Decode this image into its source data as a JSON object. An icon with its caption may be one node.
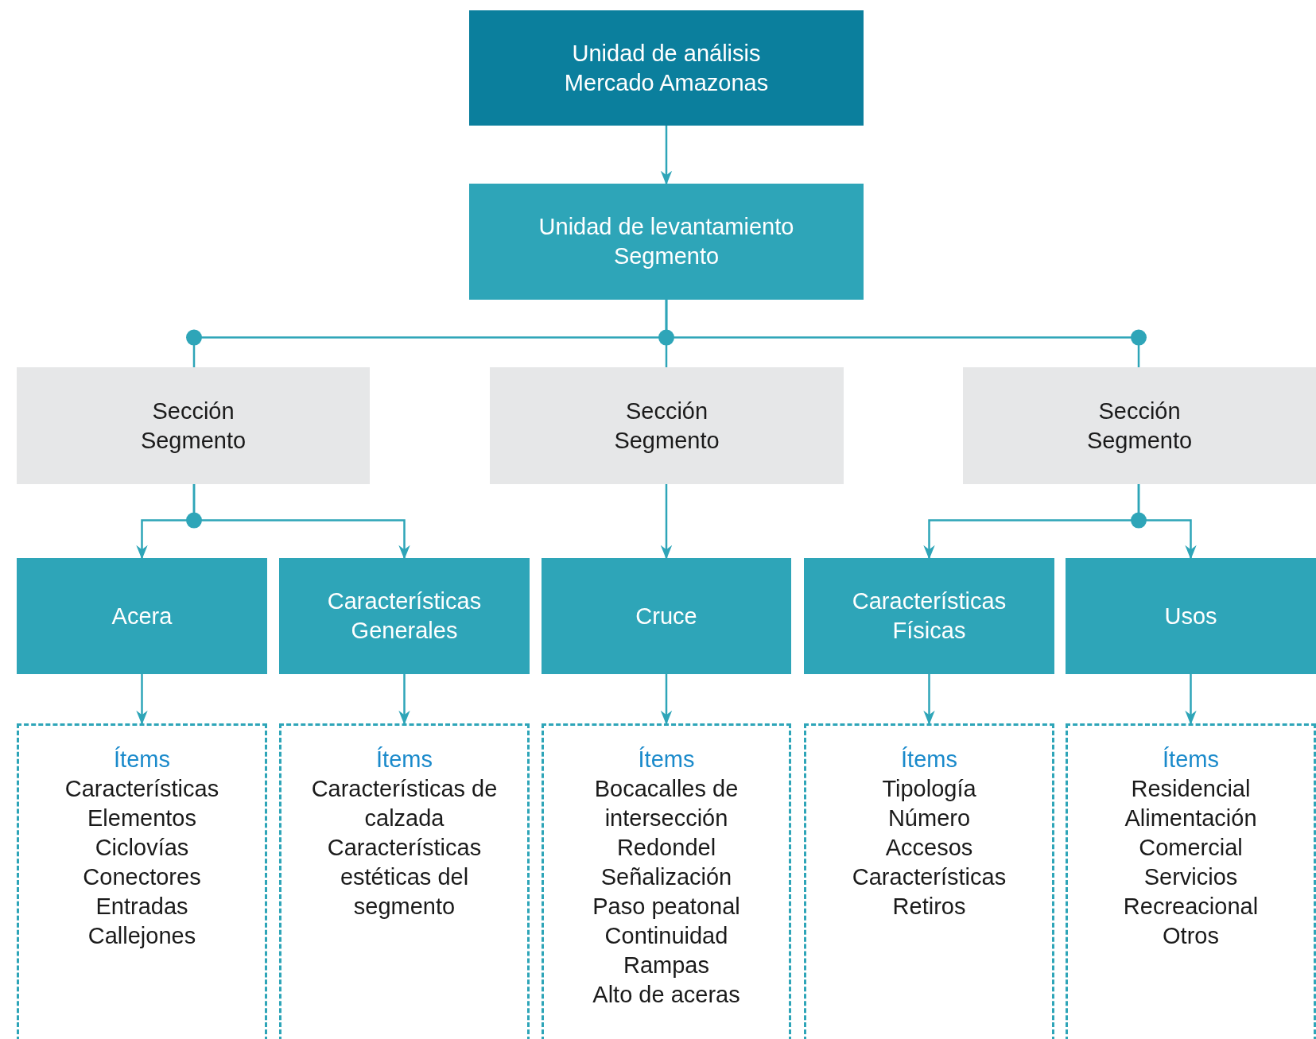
{
  "diagram": {
    "nodes": [
      {
        "text": [
          "Unidad de análisis",
          "Mercado Amazonas"
        ]
      },
      {
        "text": [
          "Unidad de levantamiento",
          "Segmento"
        ]
      },
      {
        "text": [
          "Sección",
          "Segmento"
        ]
      },
      {
        "text": [
          "Sección",
          "Segmento"
        ]
      },
      {
        "text": [
          "Sección",
          "Segmento"
        ]
      },
      {
        "text": [
          "Acera"
        ]
      },
      {
        "text": [
          "Características Generales"
        ]
      },
      {
        "text": [
          "Cruce"
        ]
      },
      {
        "text": [
          "Características Físicas"
        ]
      },
      {
        "text": [
          "Usos"
        ]
      },
      {
        "text": [
          "Ítems",
          "Características",
          "Elementos",
          "Ciclovías",
          "Conectores",
          "Entradas",
          "Callejones"
        ]
      },
      {
        "text": [
          "Ítems",
          "Características de calzada",
          "Características estéticas del segmento"
        ]
      },
      {
        "text": [
          "Ítems",
          "Bocacalles de intersección",
          "Redondel",
          "Señalización",
          "Paso peatonal",
          "Continuidad",
          "Rampas",
          "Alto de aceras"
        ]
      },
      {
        "text": [
          "Ítems",
          "Tipología",
          "Número",
          "Accesos",
          "Características",
          "Retiros"
        ]
      },
      {
        "text": [
          "Ítems",
          "Residencial",
          "Alimentación",
          "Comercial",
          "Servicios",
          "Recreacional",
          "Otros"
        ]
      }
    ],
    "edges": [
      {
        "from": 0,
        "to": 1,
        "arrow": "to"
      },
      {
        "from": 1,
        "to": 2,
        "arrow": "none"
      },
      {
        "from": 1,
        "to": 3,
        "arrow": "none"
      },
      {
        "from": 1,
        "to": 4,
        "arrow": "none"
      },
      {
        "from": 2,
        "to": 5,
        "arrow": "to"
      },
      {
        "from": 2,
        "to": 6,
        "arrow": "to"
      },
      {
        "from": 3,
        "to": 7,
        "arrow": "to"
      },
      {
        "from": 4,
        "to": 8,
        "arrow": "to"
      },
      {
        "from": 4,
        "to": 9,
        "arrow": "to"
      },
      {
        "from": 5,
        "to": 10,
        "arrow": "to"
      },
      {
        "from": 6,
        "to": 11,
        "arrow": "to"
      },
      {
        "from": 7,
        "to": 12,
        "arrow": "to"
      },
      {
        "from": 8,
        "to": 13,
        "arrow": "to"
      },
      {
        "from": 9,
        "to": 14,
        "arrow": "to"
      }
    ]
  }
}
